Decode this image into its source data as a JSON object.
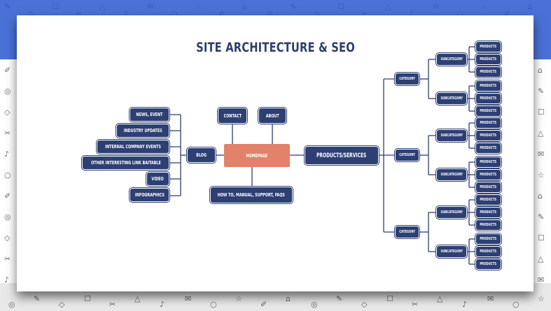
{
  "title": "SITE ARCHITECTURE & SEO",
  "nodes": {
    "homepage": "HOMEPAGE",
    "contact": "CONTACT",
    "about": "ABOUT",
    "how_to": "HOW TO, MANUAL, SUPPORT, FAQS",
    "blog": "BLOG",
    "products_services": "PRODUCTS/SERVICES",
    "blog_children": [
      "NEWS, EVENT",
      "INDUSTRY UPDATES",
      "INTERNAL COMPANY EVENTS",
      "OTHER INTERESTING LINK BAITABLE",
      "VIDEO",
      "INFOGRAPHICS"
    ],
    "category": "CATEGORY",
    "subcategory": "SUBCATEGORY",
    "products": "PRODUCTS"
  },
  "colors": {
    "node": "#2d3f73",
    "homepage": "#e2826a",
    "title": "#2e3f6b",
    "line": "#2d3f73",
    "top_band": "#4a72d6"
  }
}
